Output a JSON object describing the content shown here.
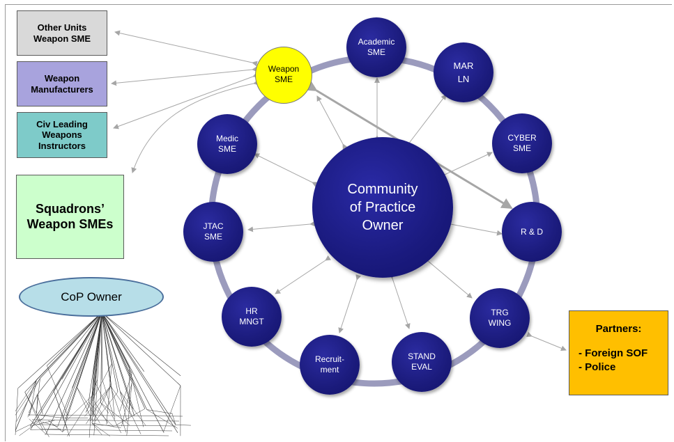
{
  "left_boxes": [
    {
      "id": "other",
      "lines": [
        "Other Units",
        "Weapon SME"
      ]
    },
    {
      "id": "manuf",
      "lines": [
        "Weapon",
        "Manufacturers"
      ]
    },
    {
      "id": "civ",
      "lines": [
        "Civ Leading",
        "Weapons",
        "Instructors"
      ]
    }
  ],
  "squadrons_box": {
    "lines": [
      "Squadrons’",
      "Weapon SMEs"
    ]
  },
  "partners_box": {
    "title": "Partners:",
    "items": [
      "- Foreign SOF",
      "- Police"
    ]
  },
  "center": {
    "lines": [
      "Community",
      "of Practice",
      "Owner"
    ]
  },
  "nodes": {
    "weapon": [
      "Weapon",
      "SME"
    ],
    "academic": [
      "Academic",
      "SME"
    ],
    "mar": [
      "MAR",
      "LN"
    ],
    "cyber": [
      "CYBER",
      "SME"
    ],
    "rd": [
      "R & D"
    ],
    "trg": [
      "TRG",
      "WING"
    ],
    "stand": [
      "STAND",
      "EVAL"
    ],
    "recruit": [
      "Recruit-",
      "ment"
    ],
    "hr": [
      "HR",
      "MNGT"
    ],
    "jtac": [
      "JTAC",
      "SME"
    ],
    "medic": [
      "Medic",
      "SME"
    ]
  },
  "cop_owner": "CoP Owner",
  "colors": {
    "ring": "#9b9bbd",
    "node_fill": "#1b1b7c",
    "weapon_node": "#ffff00",
    "partners": "#ffbf00",
    "squadrons": "#ccffcc",
    "arrow": "#a6a6a6"
  }
}
